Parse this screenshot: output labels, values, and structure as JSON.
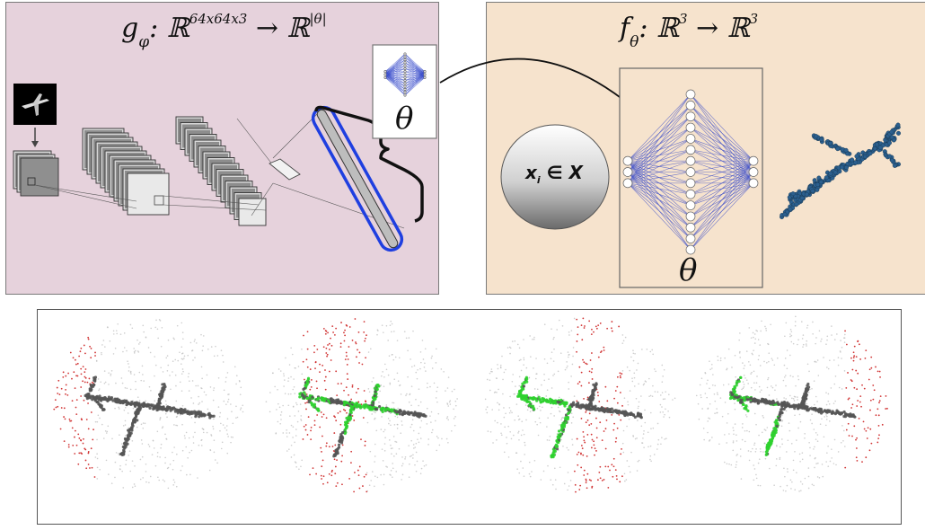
{
  "encoder_formula": {
    "func": "g",
    "sub": "φ",
    "mapping": ": ℝ",
    "domain_exp": "64x64x3",
    "arrow": " → ℝ",
    "range_exp": "|θ|"
  },
  "target_formula": {
    "func": "f",
    "sub": "θ",
    "mapping": ": ℝ",
    "domain_exp": "3",
    "arrow": " → ℝ",
    "range_exp": "3"
  },
  "theta_small": "θ",
  "theta_large": "θ",
  "sphere": {
    "var": "x",
    "sub": "i",
    "rest": " ∈ X"
  },
  "colors": {
    "encoder_bg": "#e6d2dc",
    "target_bg": "#f6e3cd",
    "network_edges": "#3347c9",
    "highlight_outline": "#1f3fe0",
    "point_cloud": "#2b5f8e",
    "outside_points": "#cc1f1f",
    "inside_points": "#2fd12f",
    "airplane": "#555555"
  },
  "bottom_views": [
    {
      "red_region": "left",
      "green_region": "none"
    },
    {
      "red_region": "left-center",
      "green_region": "front"
    },
    {
      "red_region": "right-center",
      "green_region": "front-left"
    },
    {
      "red_region": "right",
      "green_region": "tail"
    }
  ]
}
